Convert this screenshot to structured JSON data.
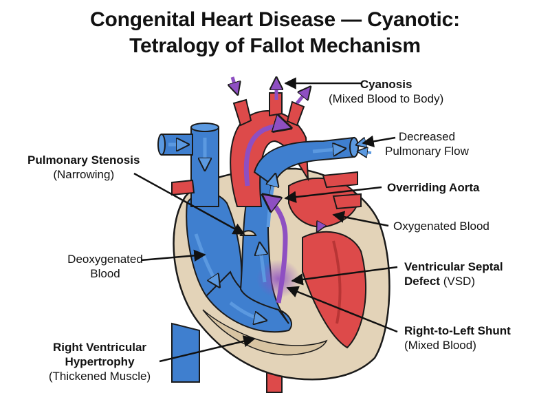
{
  "title": {
    "line1": "Congenital Heart Disease — Cyanotic:",
    "line2": "Tetralogy of Fallot Mechanism"
  },
  "labels": {
    "cyanosis": {
      "bold": "Cyanosis",
      "normal": "(Mixed Blood to Body)"
    },
    "decreased_flow": {
      "line1": "Decreased",
      "line2": "Pulmonary Flow"
    },
    "pulmonary_stenosis": {
      "bold": "Pulmonary Stenosis",
      "normal": "(Narrowing)"
    },
    "overriding_aorta": {
      "bold": "Overriding Aorta"
    },
    "oxygenated": {
      "normal": "Oxygenated Blood"
    },
    "deoxygenated": {
      "line1": "Deoxygenated",
      "line2": "Blood"
    },
    "vsd": {
      "bold1": "Ventricular Septal",
      "bold2": "Defect",
      "normal": "(VSD)"
    },
    "shunt": {
      "bold": "Right-to-Left Shunt",
      "normal": "(Mixed Blood)"
    },
    "hypertrophy": {
      "bold1": "Right Ventricular",
      "bold2": "Hypertrophy",
      "normal": "(Thickened Muscle)"
    }
  },
  "colors": {
    "deoxygenated_blue": "#3f7fcf",
    "oxygenated_red": "#dd4a4a",
    "muscle_tan": "#e3d3b8",
    "shunt_purple": "#8e4fc2",
    "outline": "#1a1a1a"
  }
}
